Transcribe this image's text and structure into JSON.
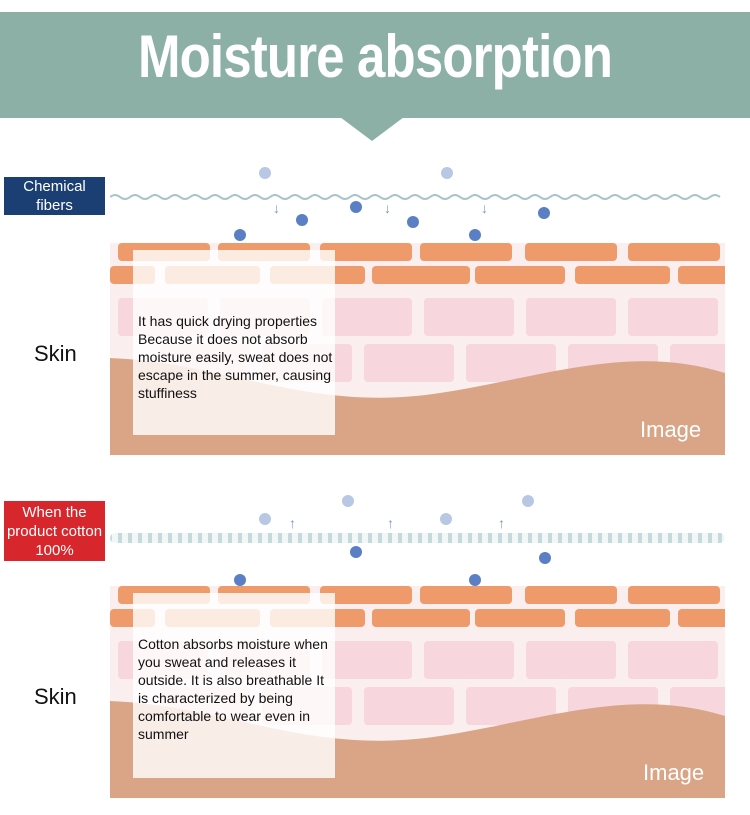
{
  "title": "Moisture absorption",
  "sections": [
    {
      "tag": "Chemical fibers",
      "tag_color": "#1b3f73",
      "skin_label": "Skin",
      "description": "It has quick drying properties Because it does not absorb moisture easily, sweat does not escape in the summer, causing stuffiness",
      "watermark": "Image"
    },
    {
      "tag": "When the product cotton 100%",
      "tag_color": "#d7262c",
      "skin_label": "Skin",
      "description": "Cotton absorbs moisture when you sweat and releases it outside. It is also breathable It is characterized by being comfortable to wear even in summer",
      "watermark": "Image"
    }
  ]
}
